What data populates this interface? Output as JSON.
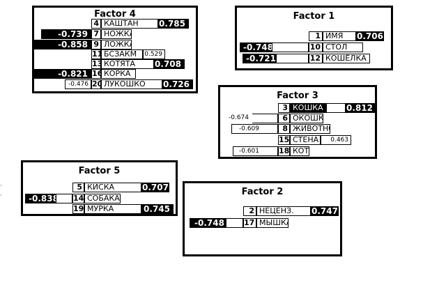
{
  "factors": {
    "f4": {
      "title": "Factor 4",
      "rows": [
        {
          "num": "4",
          "word": "КАШТАН",
          "value": "0.785"
        },
        {
          "num": "7",
          "word": "НОЖКА",
          "value": "-0.739"
        },
        {
          "num": "9",
          "word": "ЛОЖКА",
          "value": "-0.858"
        },
        {
          "num": "11",
          "word": "БСЗАКМ",
          "value": "0.529"
        },
        {
          "num": "13",
          "word": "КОТЯТА",
          "value": "0.708"
        },
        {
          "num": "16",
          "word": "КОРКА",
          "value": "-0.821"
        },
        {
          "num": "20",
          "word": "ЛУКОШКО",
          "value": "0.726",
          "value2": "-0.476"
        }
      ]
    },
    "f1": {
      "title": "Factor 1",
      "rows": [
        {
          "num": "1",
          "word": "ИМЯ",
          "value": "0.706"
        },
        {
          "num": "10",
          "word": "СТОЛ",
          "value": "-0.748"
        },
        {
          "num": "12",
          "word": "КОШЁЛКА",
          "value": "-0.721"
        }
      ]
    },
    "f3": {
      "title": "Factor  3",
      "rows": [
        {
          "num": "3",
          "word": "КОШКА",
          "value": "0.812"
        },
        {
          "num": "6",
          "word": "ОКОШКО",
          "value": "-0.674"
        },
        {
          "num": "8",
          "word": "ЖИВОТНОЕ",
          "value": "-0.609"
        },
        {
          "num": "15",
          "word": "СТЕНА",
          "value": "0.463"
        },
        {
          "num": "18",
          "word": "КОТ",
          "value": "-0.601"
        }
      ]
    },
    "f5": {
      "title": "Factor  5",
      "rows": [
        {
          "num": "5",
          "word": "КИСКА",
          "value": "0.707"
        },
        {
          "num": "14",
          "word": "СОБАКА",
          "value": "-0.838"
        },
        {
          "num": "19",
          "word": "МУРКА",
          "value": "0.745"
        }
      ]
    },
    "f2": {
      "title": "Factor  2",
      "rows": [
        {
          "num": "2",
          "word": "НЕЦЕНЗ.",
          "value": "0.747"
        },
        {
          "num": "17",
          "word": "МЫШКА",
          "value": "-0.748"
        }
      ]
    }
  },
  "colors": {
    "ink": "#000000",
    "paper": "#ffffff"
  }
}
